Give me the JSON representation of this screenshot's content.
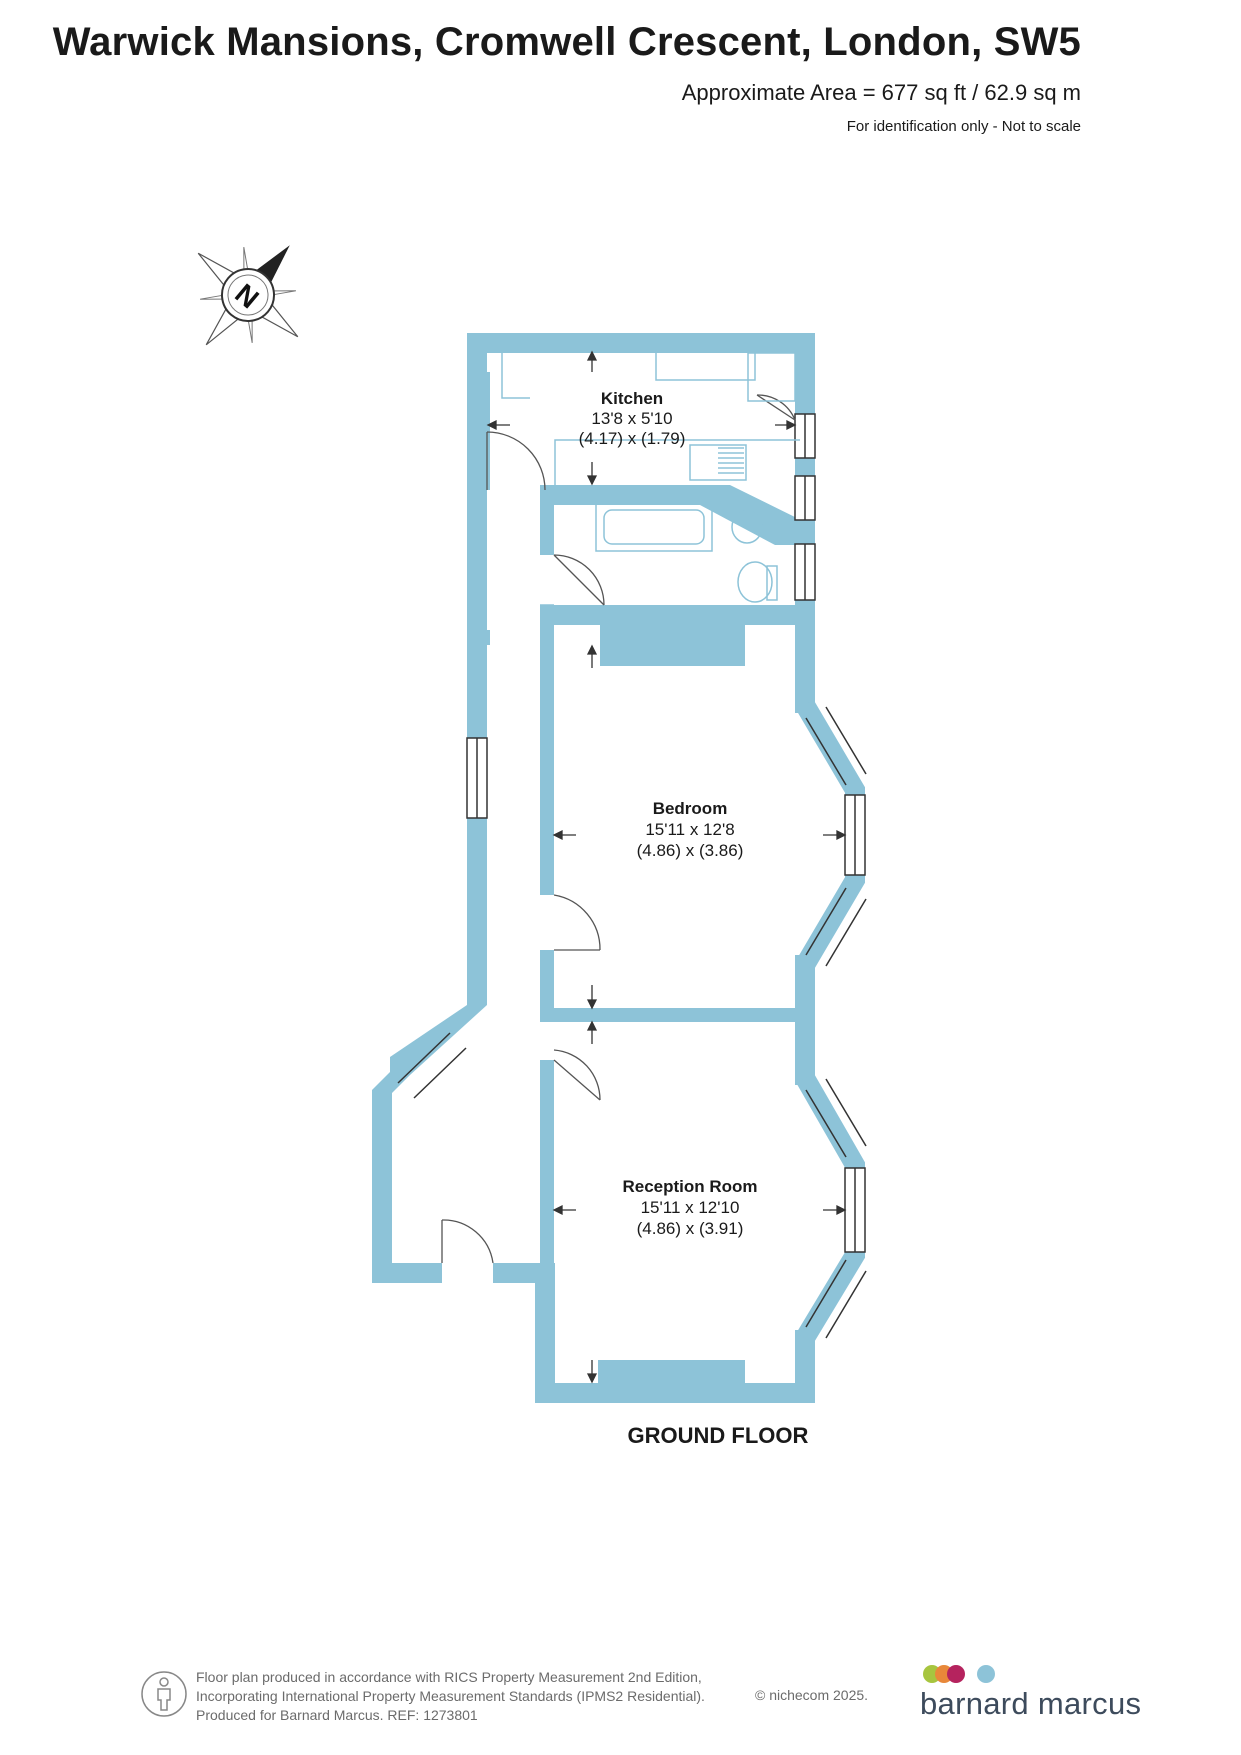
{
  "header": {
    "title": "Warwick Mansions, Cromwell Crescent, London, SW5",
    "area": "Approximate Area = 677 sq ft / 62.9 sq m",
    "note": "For identification only - Not to scale"
  },
  "compass": {
    "letter": "N"
  },
  "rooms": {
    "kitchen": {
      "name": "Kitchen",
      "imperial": "13'8 x 5'10",
      "metric": "(4.17) x (1.79)"
    },
    "bedroom": {
      "name": "Bedroom",
      "imperial": "15'11 x 12'8",
      "metric": "(4.86) x (3.86)"
    },
    "reception": {
      "name": "Reception Room",
      "imperial": "15'11 x 12'10",
      "metric": "(4.86) x (3.91)"
    }
  },
  "floor_label": "GROUND FLOOR",
  "footer": {
    "line1": "Floor plan produced in accordance with RICS Property Measurement 2nd Edition,",
    "line2": "Incorporating International Property Measurement Standards (IPMS2 Residential).",
    "line3": "Produced for Barnard Marcus.   REF:  1273801",
    "copyright": "© nichecom 2025."
  },
  "brand": {
    "name": "barnard marcus"
  },
  "colors": {
    "wall": "#8dc3d8",
    "fixture": "#8dc3d8",
    "brand_dot_1": "#a7c53f",
    "brand_dot_2": "#e8883a",
    "brand_dot_3": "#b5235e",
    "brand_dot_4": "#8dc3d8"
  }
}
